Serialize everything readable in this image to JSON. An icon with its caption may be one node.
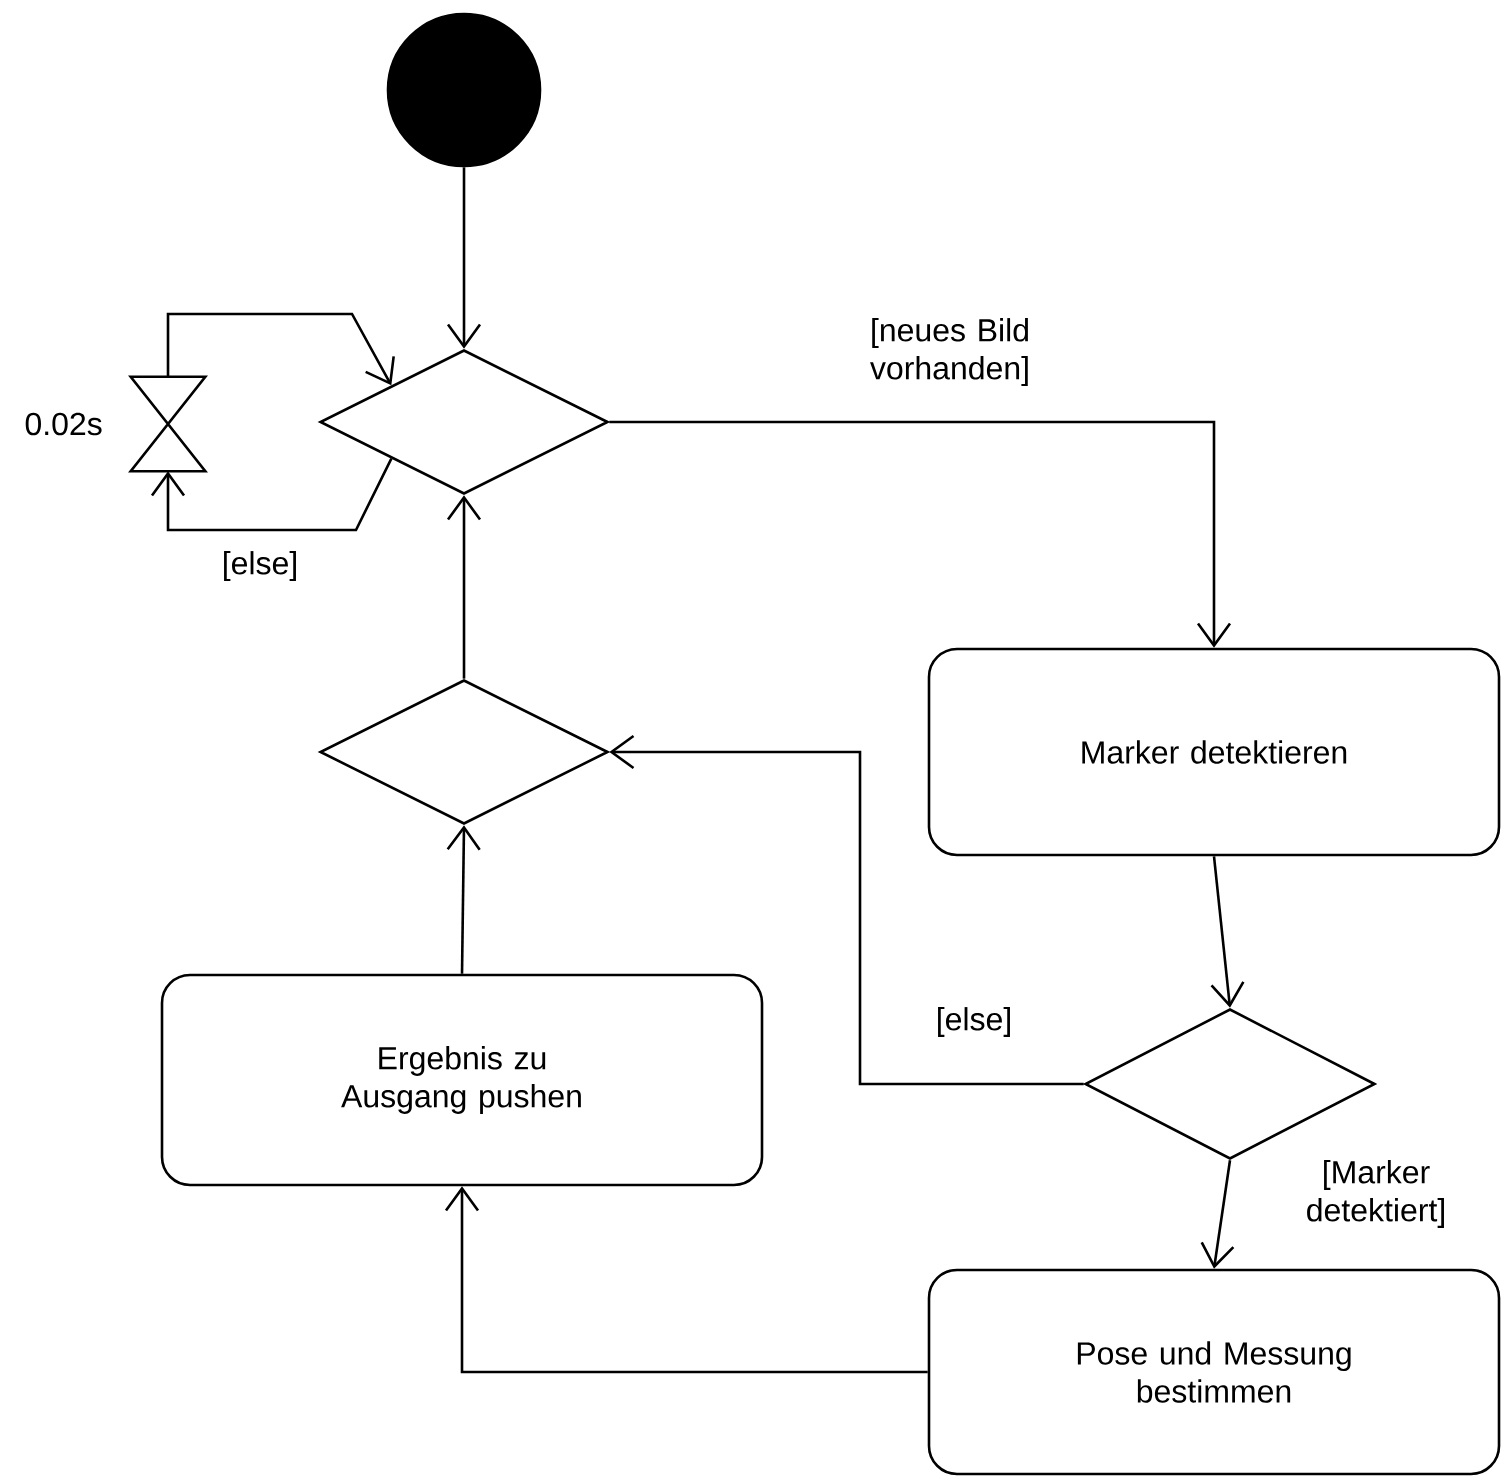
{
  "diagram": {
    "nodes": [
      {
        "text": [],
        "shape": "circle"
      },
      {
        "text": [],
        "shape": "diamond"
      },
      {
        "text": [],
        "shape": "hourglass",
        "beside": [
          "0.02s"
        ]
      },
      {
        "text": [
          "Marker detektieren"
        ]
      },
      {
        "text": [],
        "shape": "diamond"
      },
      {
        "text": [
          "Pose und Messung bestimmen"
        ]
      },
      {
        "text": [
          "Ergebnis zu Ausgang pushen"
        ]
      },
      {
        "text": [],
        "shape": "diamond"
      }
    ],
    "edges": [
      {
        "from": 0,
        "to": 1,
        "arrow": "to"
      },
      {
        "from": 1,
        "to": 3,
        "arrow": "to",
        "label": "[neues Bild vorhanden]"
      },
      {
        "from": 3,
        "to": 4,
        "arrow": "to"
      },
      {
        "from": 4,
        "to": 5,
        "arrow": "to",
        "label": "[Marker detektiert]"
      },
      {
        "from": 4,
        "to": 7,
        "arrow": "to",
        "label": "[else]"
      },
      {
        "from": 5,
        "to": 6,
        "arrow": "to"
      },
      {
        "from": 6,
        "to": 7,
        "arrow": "to"
      },
      {
        "from": 7,
        "to": 1,
        "arrow": "to"
      },
      {
        "from": 1,
        "to": 2,
        "arrow": "to",
        "label": "[else]"
      },
      {
        "from": 2,
        "to": 1,
        "arrow": "to"
      }
    ]
  }
}
